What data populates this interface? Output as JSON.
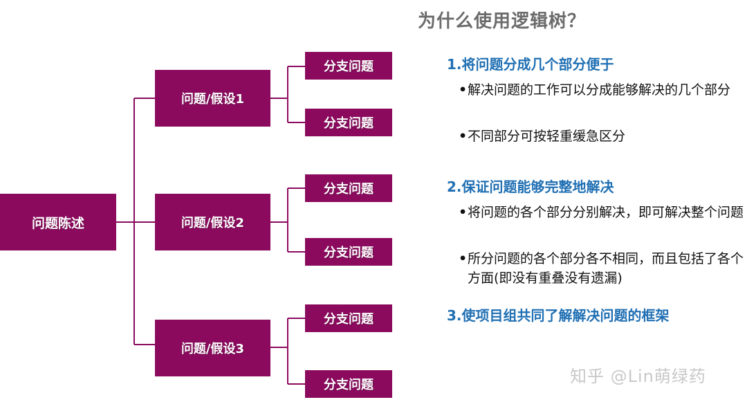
{
  "diagram": {
    "root": "问题陈述",
    "hypotheses": [
      {
        "label": "问题/假设1",
        "branches": [
          "分支问题",
          "分支问题"
        ]
      },
      {
        "label": "问题/假设2",
        "branches": [
          "分支问题",
          "分支问题"
        ]
      },
      {
        "label": "问题/假设3",
        "branches": [
          "分支问题",
          "分支问题"
        ]
      }
    ],
    "node_color": "#8b0a5e",
    "connector_color": "#8b0a5e"
  },
  "explanation": {
    "title": "为什么使用逻辑树？",
    "sections": [
      {
        "heading": "1.将问题分成几个部分便于",
        "bullets": [
          "解决问题的工作可以分成能够解决的几个部分",
          "不同部分可按轻重缓急区分"
        ]
      },
      {
        "heading": "2.保证问题能够完整地解决",
        "bullets": [
          "将问题的各个部分分别解决，即可解决整个问题",
          "所分问题的各个部分各不相同，而且包括了各个方面(即没有重叠没有遗漏)"
        ]
      },
      {
        "heading": "3.使项目组共同了解解决问题的框架",
        "bullets": []
      }
    ],
    "heading_color": "#1f6fb3",
    "title_color": "#6b6b6b",
    "bullet_symbol": "•"
  },
  "watermark": "知乎 @Lin萌绿药"
}
